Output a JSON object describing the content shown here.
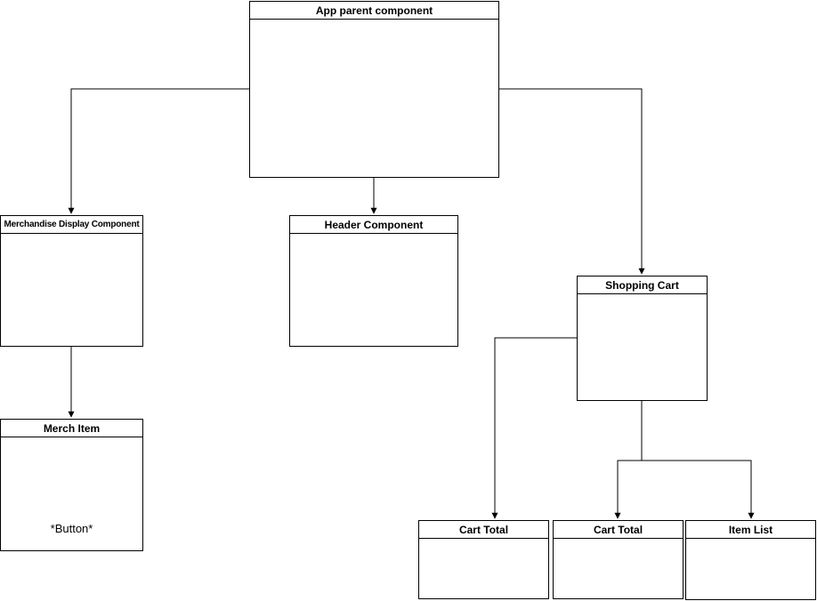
{
  "diagram": {
    "background_color": "#ffffff",
    "stroke_color": "#000000",
    "nodes": [
      {
        "id": "app-parent",
        "title": "App parent component",
        "body": ""
      },
      {
        "id": "merchandise-display",
        "title": "Merchandise Display Component",
        "body": ""
      },
      {
        "id": "header-component",
        "title": "Header Component",
        "body": ""
      },
      {
        "id": "shopping-cart",
        "title": "Shopping Cart",
        "body": ""
      },
      {
        "id": "merch-item",
        "title": "Merch Item",
        "body": "*Button*"
      },
      {
        "id": "cart-total-left",
        "title": "Cart Total",
        "body": ""
      },
      {
        "id": "cart-total-center",
        "title": "Cart Total",
        "body": ""
      },
      {
        "id": "item-list",
        "title": "Item List",
        "body": ""
      }
    ],
    "edges": [
      {
        "from": "app-parent",
        "to": "merchandise-display"
      },
      {
        "from": "app-parent",
        "to": "header-component"
      },
      {
        "from": "app-parent",
        "to": "shopping-cart"
      },
      {
        "from": "merchandise-display",
        "to": "merch-item"
      },
      {
        "from": "shopping-cart",
        "to": "cart-total-left"
      },
      {
        "from": "shopping-cart",
        "to": "cart-total-center"
      },
      {
        "from": "shopping-cart",
        "to": "item-list"
      }
    ]
  }
}
